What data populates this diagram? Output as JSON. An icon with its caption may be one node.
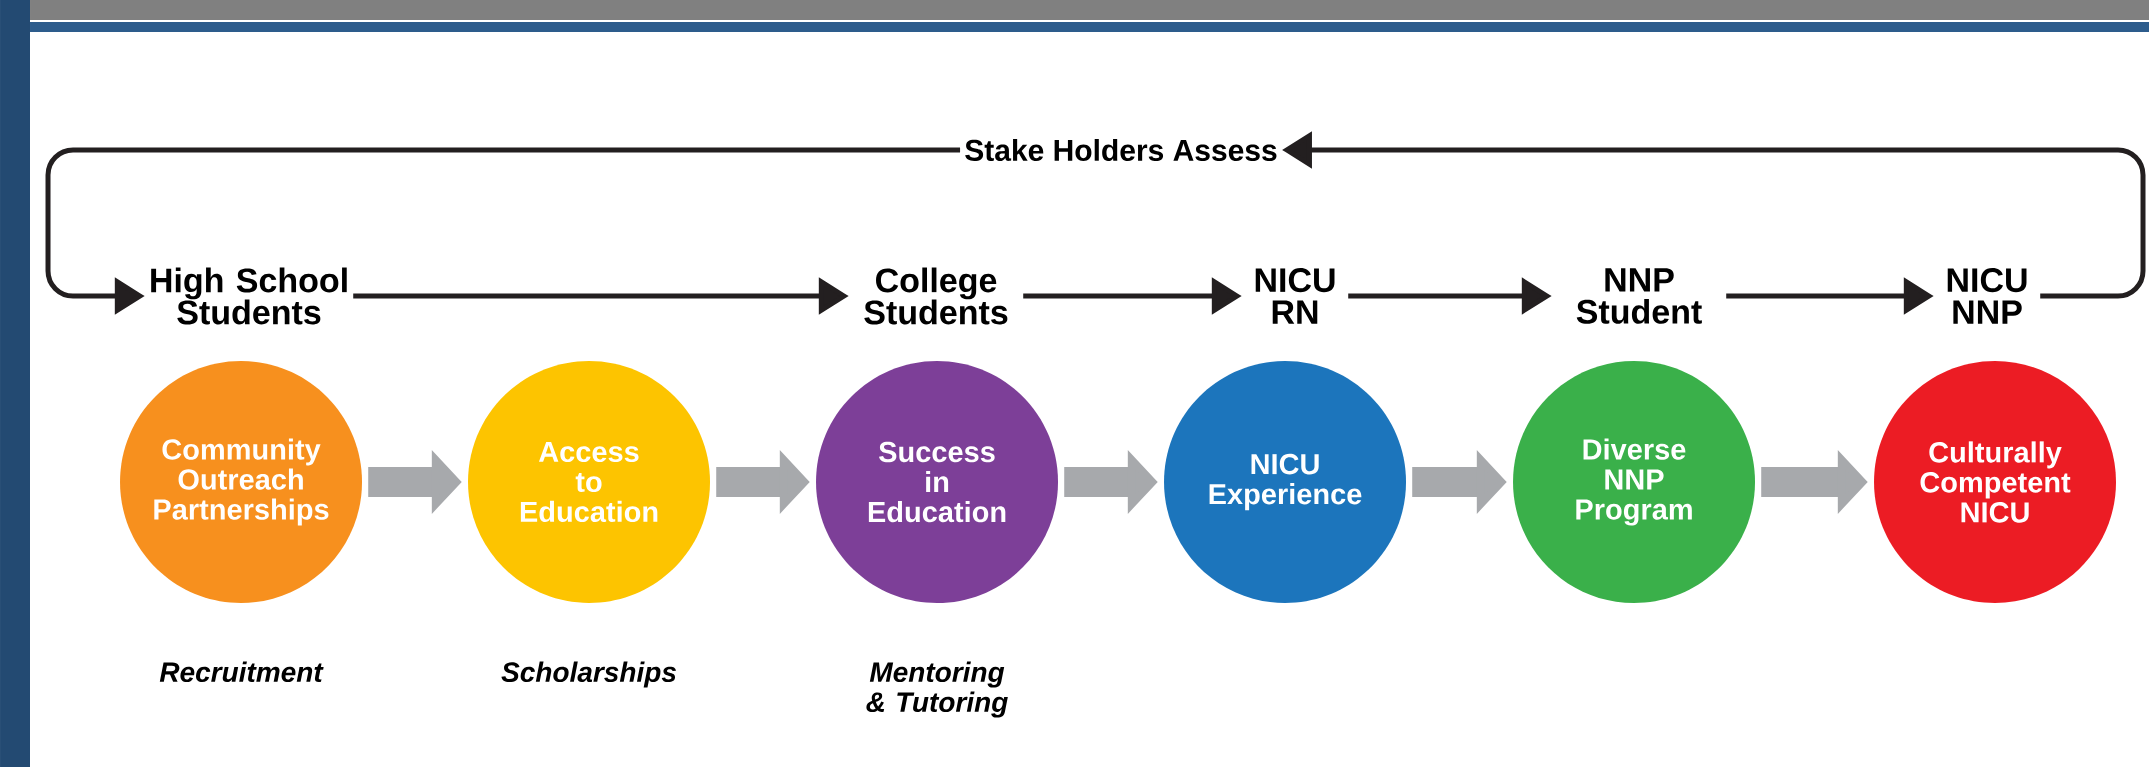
{
  "diagram": {
    "nodes": [
      {
        "text": [
          "High School Students"
        ]
      },
      {
        "text": [
          "College Students"
        ]
      },
      {
        "text": [
          "NICU RN"
        ]
      },
      {
        "text": [
          "NNP Student"
        ]
      },
      {
        "text": [
          "NICU NNP"
        ]
      },
      {
        "text": [
          "Stake Holders Assess"
        ]
      },
      {
        "text": [
          "Community Outreach Partnerships"
        ],
        "beside": [
          "Recruitment"
        ]
      },
      {
        "text": [
          "Access to Education"
        ],
        "beside": [
          "Scholarships"
        ]
      },
      {
        "text": [
          "Success in Education"
        ],
        "beside": [
          "Mentoring & Tutoring"
        ]
      },
      {
        "text": [
          "NICU Experience"
        ]
      },
      {
        "text": [
          "Diverse NNP Program"
        ]
      },
      {
        "text": [
          "Culturally Competent NICU"
        ]
      }
    ],
    "edges": [
      {
        "from": 0,
        "to": 1,
        "arrow": "to"
      },
      {
        "from": 1,
        "to": 2,
        "arrow": "to"
      },
      {
        "from": 2,
        "to": 3,
        "arrow": "to"
      },
      {
        "from": 3,
        "to": 4,
        "arrow": "to"
      },
      {
        "from": 4,
        "to": 5,
        "arrow": "to"
      },
      {
        "from": 5,
        "to": 0,
        "arrow": "to"
      },
      {
        "from": 6,
        "to": 7,
        "arrow": "to",
        "style": "thick",
        "color": "#a7a9ac"
      },
      {
        "from": 7,
        "to": 8,
        "arrow": "to",
        "style": "thick",
        "color": "#a7a9ac"
      },
      {
        "from": 8,
        "to": 9,
        "arrow": "to",
        "style": "thick",
        "color": "#a7a9ac"
      },
      {
        "from": 9,
        "to": 10,
        "arrow": "to",
        "style": "thick",
        "color": "#a7a9ac"
      },
      {
        "from": 10,
        "to": 11,
        "arrow": "to",
        "style": "thick",
        "color": "#a7a9ac"
      }
    ]
  }
}
